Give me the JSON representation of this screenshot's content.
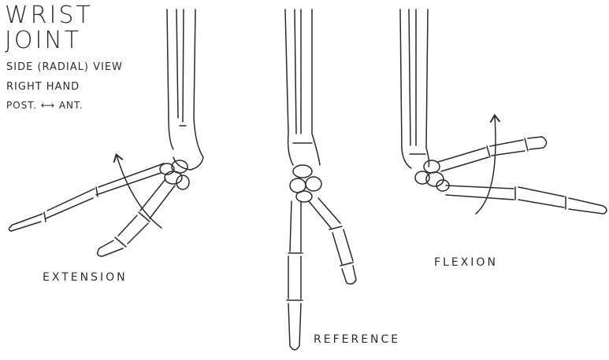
{
  "title": {
    "line1": "WRIST",
    "line2": "JOINT",
    "view": "SIDE (RADIAL) VIEW",
    "hand": "RIGHT HAND",
    "axis": "POST. ⟷ ANT."
  },
  "labels": {
    "extension": "EXTENSION",
    "flexion": "FLEXION",
    "reference": "REFERENCE"
  },
  "colors": {
    "ink": "#2a2a2a",
    "background": "#ffffff"
  }
}
